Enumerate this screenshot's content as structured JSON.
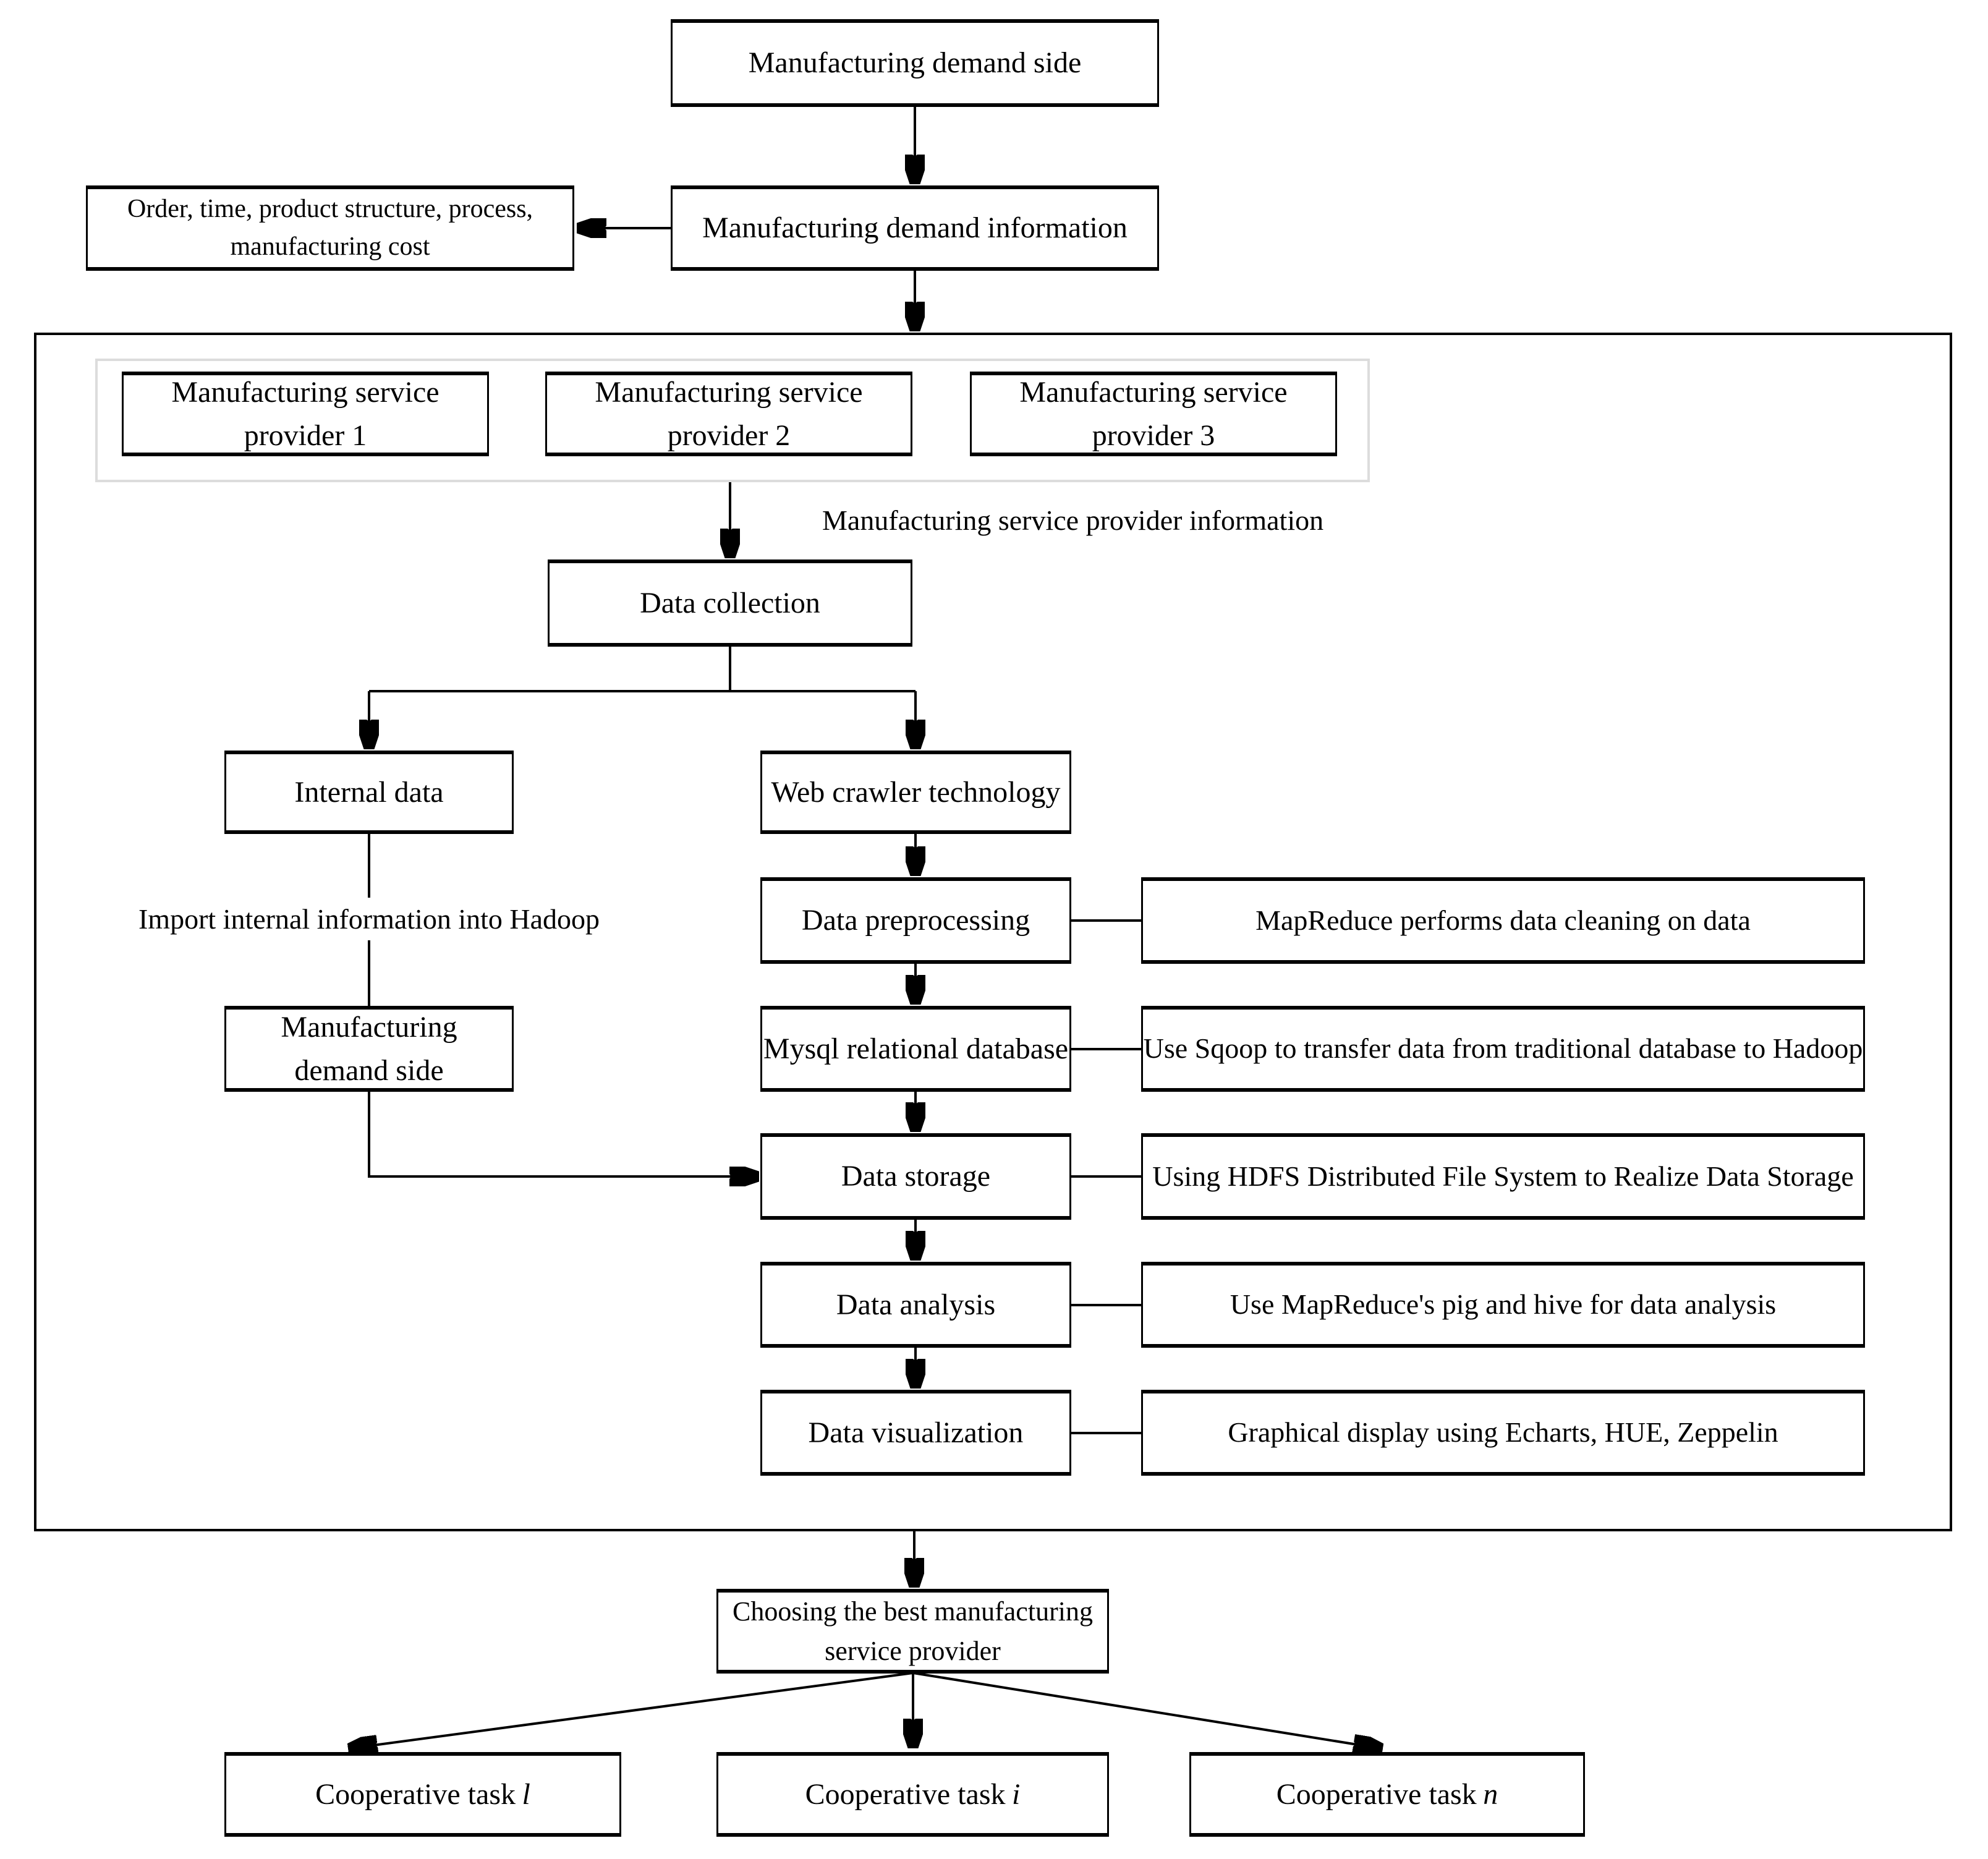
{
  "colors": {
    "ink": "#000000",
    "group_border": "#dcdcdc",
    "background": "#ffffff"
  },
  "nodes": {
    "demand_side_top": "Manufacturing demand side",
    "demand_info": "Manufacturing demand information",
    "order_details": "Order, time, product structure, process, manufacturing cost",
    "providers": [
      {
        "label": "Manufacturing service provider 1"
      },
      {
        "label": "Manufacturing service provider 2"
      },
      {
        "label": "Manufacturing service provider 3"
      }
    ],
    "provider_info_label": "Manufacturing service provider information",
    "data_collection": "Data collection",
    "internal_data": "Internal data",
    "web_crawler": "Web crawler technology",
    "import_hadoop_label": "Import internal information into Hadoop",
    "demand_side_inner": "Manufacturing demand side",
    "pipeline": [
      {
        "label": "Data preprocessing",
        "annotation": "MapReduce performs data cleaning on data"
      },
      {
        "label": "Mysql relational database",
        "annotation": "Use Sqoop to transfer data from traditional database to Hadoop"
      },
      {
        "label": "Data storage",
        "annotation": "Using HDFS Distributed File System to Realize Data Storage"
      },
      {
        "label": "Data analysis",
        "annotation": "Use MapReduce's pig and hive for data analysis"
      },
      {
        "label": "Data visualization",
        "annotation": "Graphical display using Echarts, HUE, Zeppelin"
      }
    ],
    "choosing_best": "Choosing the best manufacturing service provider",
    "tasks": [
      {
        "prefix": "Cooperative task",
        "suffix": "l"
      },
      {
        "prefix": "Cooperative task",
        "suffix": "i"
      },
      {
        "prefix": "Cooperative task",
        "suffix": "n"
      }
    ]
  }
}
